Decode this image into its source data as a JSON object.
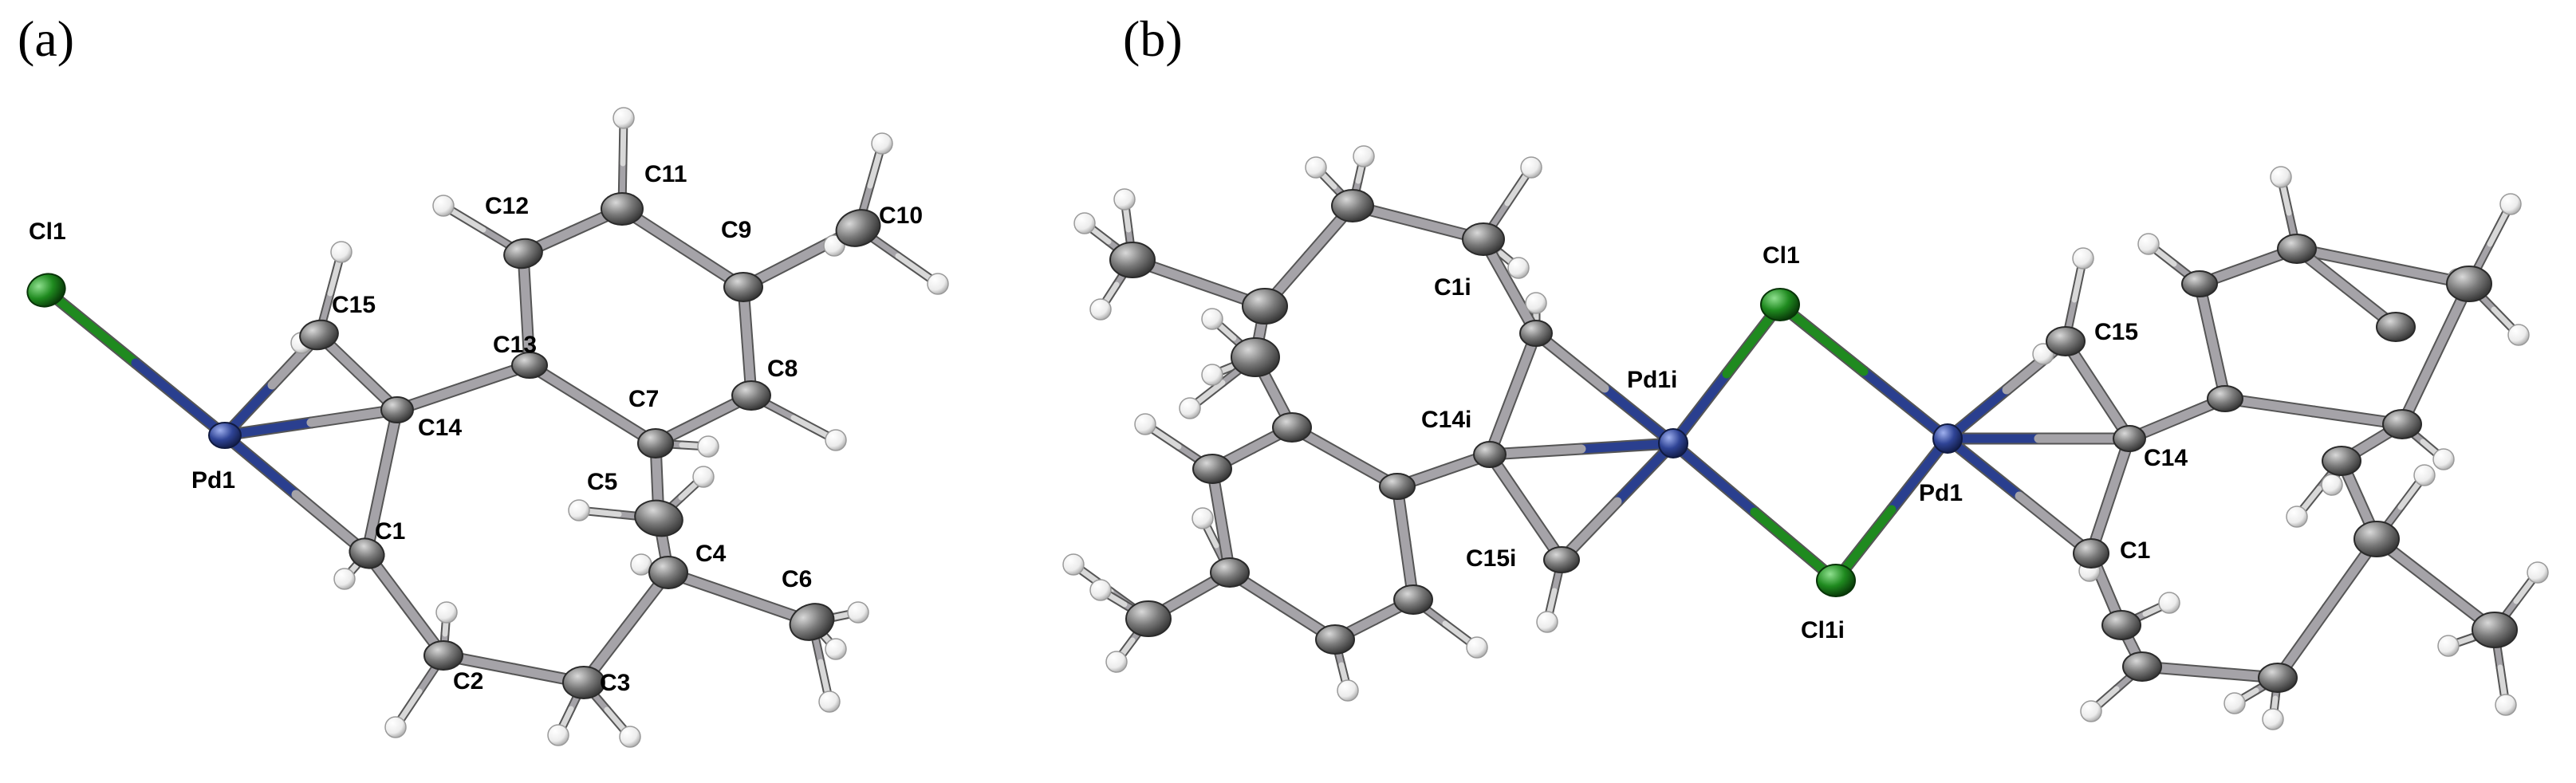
{
  "panels": [
    {
      "id": "a",
      "label": "(a)",
      "atoms": [
        {
          "id": "Cl1",
          "el": "Cl",
          "label": "Cl1"
        },
        {
          "id": "Pd1",
          "el": "Pd",
          "label": "Pd1"
        },
        {
          "id": "C15",
          "el": "C",
          "label": "C15"
        },
        {
          "id": "C14",
          "el": "C",
          "label": "C14"
        },
        {
          "id": "C1",
          "el": "C",
          "label": "C1"
        },
        {
          "id": "C13",
          "el": "C",
          "label": "C13"
        },
        {
          "id": "C12",
          "el": "C",
          "label": "C12"
        },
        {
          "id": "C11",
          "el": "C",
          "label": "C11"
        },
        {
          "id": "C9",
          "el": "C",
          "label": "C9"
        },
        {
          "id": "C10",
          "el": "C",
          "label": "C10"
        },
        {
          "id": "C8",
          "el": "C",
          "label": "C8"
        },
        {
          "id": "C7",
          "el": "C",
          "label": "C7"
        },
        {
          "id": "C5",
          "el": "C",
          "label": "C5"
        },
        {
          "id": "C4",
          "el": "C",
          "label": "C4"
        },
        {
          "id": "C6",
          "el": "C",
          "label": "C6"
        },
        {
          "id": "C3",
          "el": "C",
          "label": "C3"
        },
        {
          "id": "C2",
          "el": "C",
          "label": "C2"
        }
      ],
      "bonds": [
        [
          "Cl1",
          "Pd1"
        ],
        [
          "Pd1",
          "C15"
        ],
        [
          "Pd1",
          "C14"
        ],
        [
          "Pd1",
          "C1"
        ],
        [
          "C15",
          "C14"
        ],
        [
          "C14",
          "C1"
        ],
        [
          "C14",
          "C13"
        ],
        [
          "C13",
          "C12"
        ],
        [
          "C12",
          "C11"
        ],
        [
          "C11",
          "C9"
        ],
        [
          "C9",
          "C10"
        ],
        [
          "C9",
          "C8"
        ],
        [
          "C8",
          "C7"
        ],
        [
          "C7",
          "C13"
        ],
        [
          "C7",
          "C5"
        ],
        [
          "C5",
          "C4"
        ],
        [
          "C4",
          "C6"
        ],
        [
          "C4",
          "C3"
        ],
        [
          "C3",
          "C2"
        ],
        [
          "C2",
          "C1"
        ]
      ]
    },
    {
      "id": "b",
      "label": "(b)",
      "atoms": [
        {
          "id": "Cl1",
          "el": "Cl",
          "label": "Cl1"
        },
        {
          "id": "Cl1i",
          "el": "Cl",
          "label": "Cl1i"
        },
        {
          "id": "Pd1i",
          "el": "Pd",
          "label": "Pd1i"
        },
        {
          "id": "Pd1",
          "el": "Pd",
          "label": "Pd1"
        },
        {
          "id": "C1i",
          "el": "C",
          "label": "C1i"
        },
        {
          "id": "C14i",
          "el": "C",
          "label": "C14i"
        },
        {
          "id": "C15i",
          "el": "C",
          "label": "C15i"
        },
        {
          "id": "C15",
          "el": "C",
          "label": "C15"
        },
        {
          "id": "C14",
          "el": "C",
          "label": "C14"
        },
        {
          "id": "C1",
          "el": "C",
          "label": "C1"
        },
        {
          "id": "L1",
          "el": "C",
          "label": ""
        },
        {
          "id": "L2",
          "el": "C",
          "label": ""
        },
        {
          "id": "L3",
          "el": "C",
          "label": ""
        },
        {
          "id": "L4",
          "el": "C",
          "label": ""
        },
        {
          "id": "L5",
          "el": "C",
          "label": ""
        },
        {
          "id": "L6",
          "el": "C",
          "label": ""
        },
        {
          "id": "L7",
          "el": "C",
          "label": ""
        },
        {
          "id": "L8",
          "el": "C",
          "label": ""
        },
        {
          "id": "L9",
          "el": "C",
          "label": ""
        },
        {
          "id": "L10",
          "el": "C",
          "label": ""
        },
        {
          "id": "L11",
          "el": "C",
          "label": ""
        },
        {
          "id": "L12",
          "el": "C",
          "label": ""
        },
        {
          "id": "R1",
          "el": "C",
          "label": ""
        },
        {
          "id": "R2",
          "el": "C",
          "label": ""
        },
        {
          "id": "R3",
          "el": "C",
          "label": ""
        },
        {
          "id": "R4",
          "el": "C",
          "label": ""
        },
        {
          "id": "R5",
          "el": "C",
          "label": ""
        },
        {
          "id": "R6",
          "el": "C",
          "label": ""
        },
        {
          "id": "R7",
          "el": "C",
          "label": ""
        },
        {
          "id": "R8",
          "el": "C",
          "label": ""
        },
        {
          "id": "R9",
          "el": "C",
          "label": ""
        },
        {
          "id": "R10",
          "el": "C",
          "label": ""
        },
        {
          "id": "R11",
          "el": "C",
          "label": ""
        },
        {
          "id": "R12",
          "el": "C",
          "label": ""
        }
      ],
      "bonds": [
        [
          "Pd1i",
          "Cl1"
        ],
        [
          "Pd1i",
          "Cl1i"
        ],
        [
          "Pd1",
          "Cl1"
        ],
        [
          "Pd1",
          "Cl1i"
        ],
        [
          "Pd1i",
          "C1i"
        ],
        [
          "Pd1i",
          "C14i"
        ],
        [
          "Pd1i",
          "C15i"
        ],
        [
          "C1i",
          "C14i"
        ],
        [
          "C14i",
          "C15i"
        ],
        [
          "Pd1",
          "C15"
        ],
        [
          "Pd1",
          "C14"
        ],
        [
          "Pd1",
          "C1"
        ],
        [
          "C15",
          "C14"
        ],
        [
          "C14",
          "C1"
        ],
        [
          "C1i",
          "L1"
        ],
        [
          "L1",
          "L2"
        ],
        [
          "L2",
          "L3"
        ],
        [
          "L3",
          "L4"
        ],
        [
          "L3",
          "L5"
        ],
        [
          "L5",
          "L6"
        ],
        [
          "C14i",
          "L7"
        ],
        [
          "L7",
          "L6"
        ],
        [
          "L7",
          "L8"
        ],
        [
          "L8",
          "L9"
        ],
        [
          "L9",
          "L10"
        ],
        [
          "L10",
          "L11"
        ],
        [
          "L11",
          "L6"
        ],
        [
          "L10",
          "L12"
        ],
        [
          "C14",
          "R1"
        ],
        [
          "R1",
          "R2"
        ],
        [
          "R2",
          "R3"
        ],
        [
          "R3",
          "R4"
        ],
        [
          "R4",
          "R5"
        ],
        [
          "R5",
          "R1"
        ],
        [
          "R3",
          "R12"
        ],
        [
          "R5",
          "R6"
        ],
        [
          "R6",
          "R7"
        ],
        [
          "R7",
          "R8"
        ],
        [
          "R7",
          "R9"
        ],
        [
          "R9",
          "R10"
        ],
        [
          "R10",
          "R11"
        ],
        [
          "R11",
          "C1"
        ]
      ]
    }
  ],
  "colors": {
    "carbon": "#6b6b6b",
    "palladium": "#2a3f8f",
    "chlorine": "#1f8a1f",
    "hydrogen": "#f4f4f4",
    "bond": "#a5a3a8"
  }
}
